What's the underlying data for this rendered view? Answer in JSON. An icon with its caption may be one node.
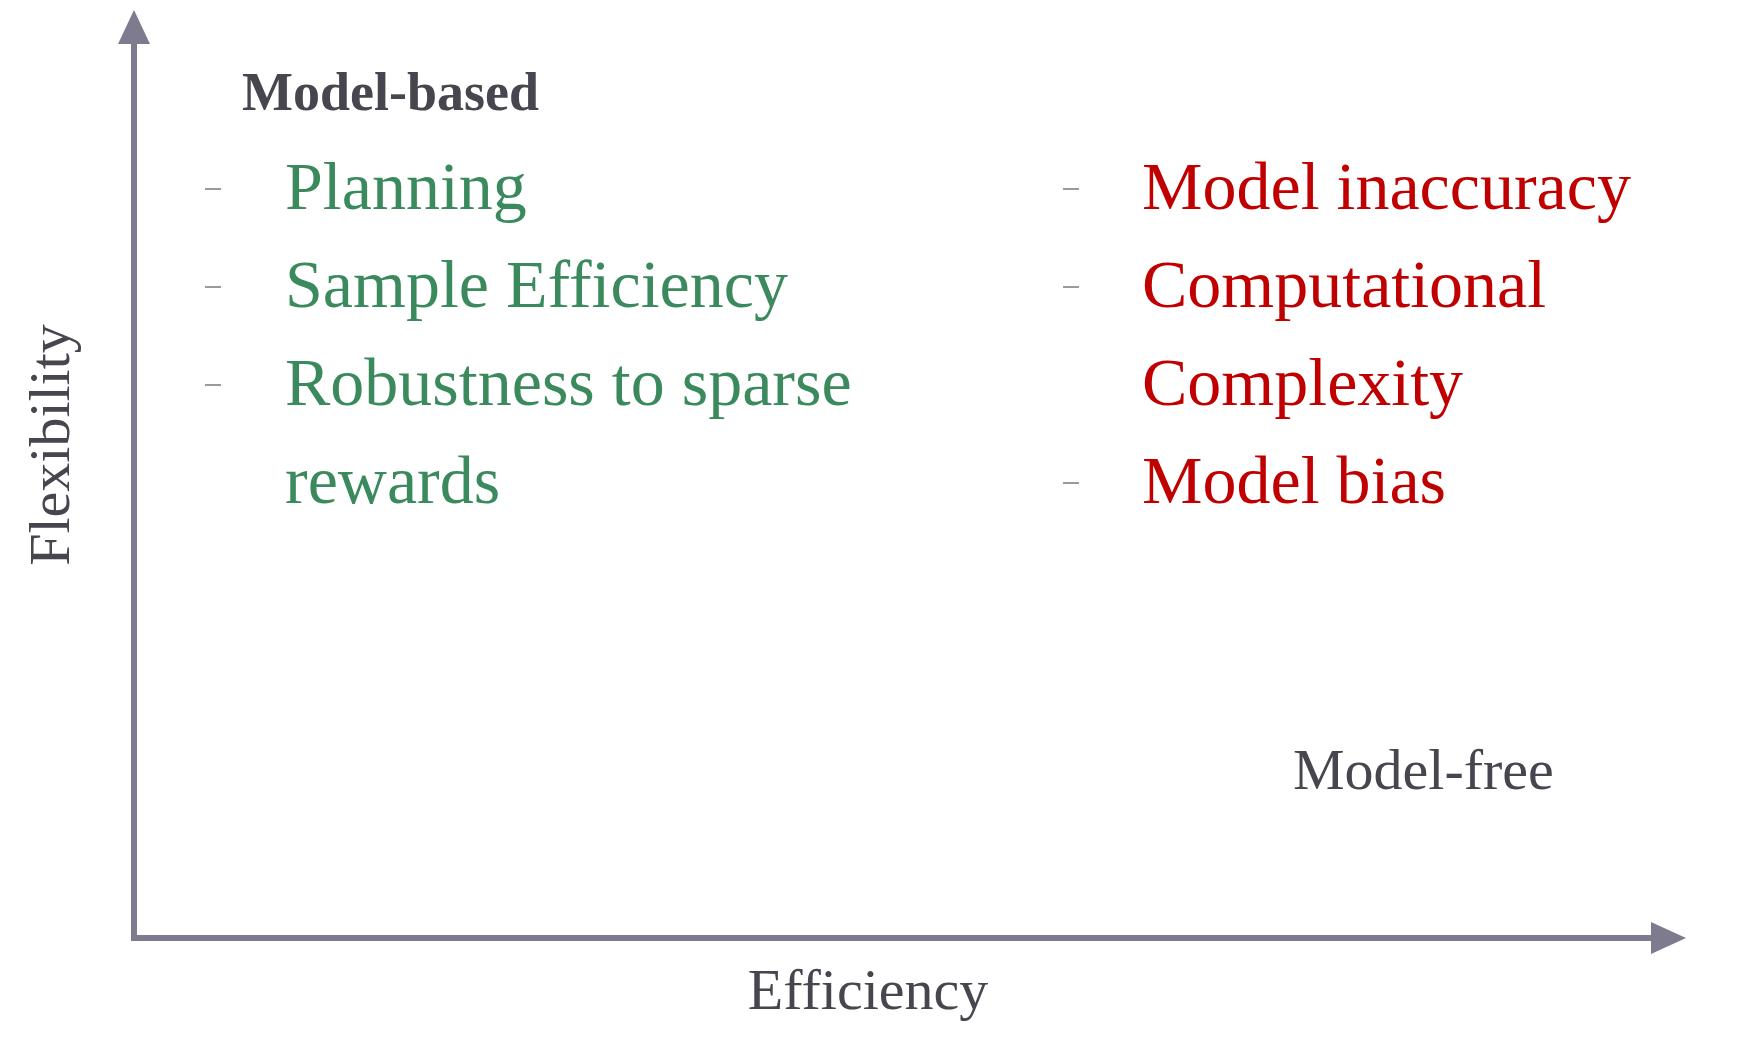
{
  "diagram": {
    "labels": [
      "Model-based",
      "Planning",
      "Sample Efficiency",
      "Robustness to sparse rewards",
      "Model inaccuracy",
      "Computational Complexity",
      "Model bias",
      "Model-free",
      "Flexibility",
      "Efficiency"
    ]
  }
}
